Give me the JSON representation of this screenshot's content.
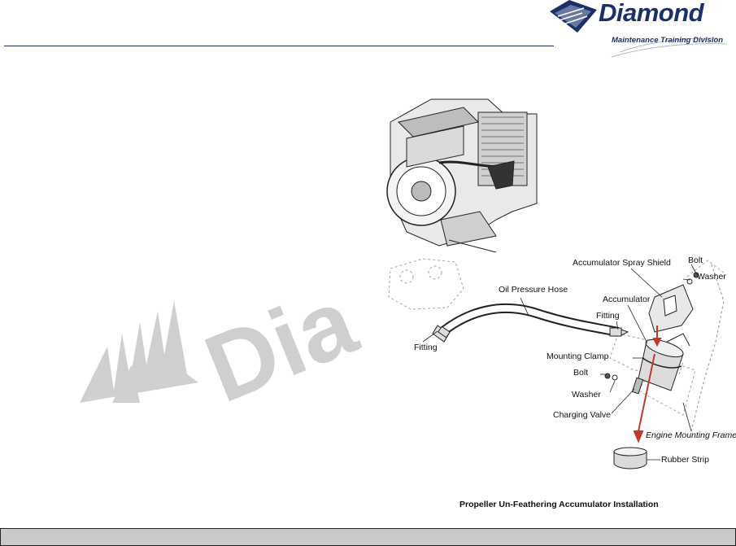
{
  "header": {
    "brand_name": "Diamond",
    "brand_subtitle": "Maintenance Training Division",
    "watermark_text": "Dia"
  },
  "diagram": {
    "labels": {
      "spray_shield": "Accumulator Spray Shield",
      "bolt_top": "Bolt",
      "washer_top": "Washer",
      "oil_hose": "Oil Pressure Hose",
      "accumulator": "Accumulator",
      "fitting_right": "Fitting",
      "fitting_left": "Fitting",
      "mounting_clamp": "Mounting Clamp",
      "bolt_mid": "Bolt",
      "washer_mid": "Washer",
      "charging_valve": "Charging Valve",
      "engine_frame": "Engine Mounting Frame",
      "rubber_strip": "Rubber Strip"
    },
    "caption": "Propeller Un-Feathering Accumulator Installation"
  },
  "colors": {
    "brand": "#1b2f6b",
    "header_rule": "#1c2a5e",
    "watermark": "#cfcfcf",
    "arrow": "#c0392b",
    "footer": "#c9c9c9"
  },
  "icons": [
    "diamond-logo-icon"
  ]
}
